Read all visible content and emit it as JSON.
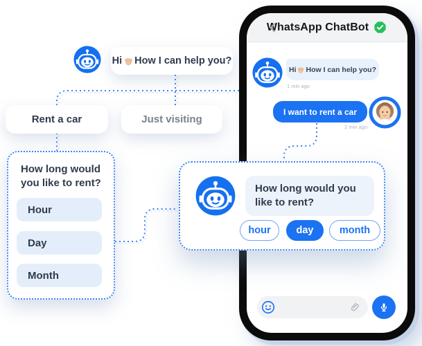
{
  "colors": {
    "accent": "#1B72F2",
    "accent-deep": "#1570EF",
    "flow-text": "#2F3B4D",
    "muted-text": "#79828F",
    "light-blue": "#E4EEFB",
    "bubble-light": "#E9F1FC",
    "timestamp": "#ADB4BE",
    "badge-green": "#24C05B",
    "frame": "#0B0B0C",
    "header-bg": "#F2F3F4",
    "line-blue": "#3B82F6"
  },
  "flow": {
    "greeting_pre": "Hi",
    "greeting_post": "How I can help you?",
    "option_rent": "Rent a car",
    "option_visit": "Just visiting",
    "question": "How long would you like to rent?",
    "durations": [
      "Hour",
      "Day",
      "Month"
    ]
  },
  "phone": {
    "header": {
      "title": "WhatsApp ChatBot"
    },
    "bot_message": {
      "pre": "Hi",
      "post": "How I can help you?",
      "time": "1 min ago"
    },
    "user_message": {
      "text": "I want to rent a car",
      "time": "2 min ago"
    },
    "card": {
      "question": "How long would you like to rent?",
      "options": [
        "hour",
        "day",
        "month"
      ],
      "selected": "day"
    }
  }
}
